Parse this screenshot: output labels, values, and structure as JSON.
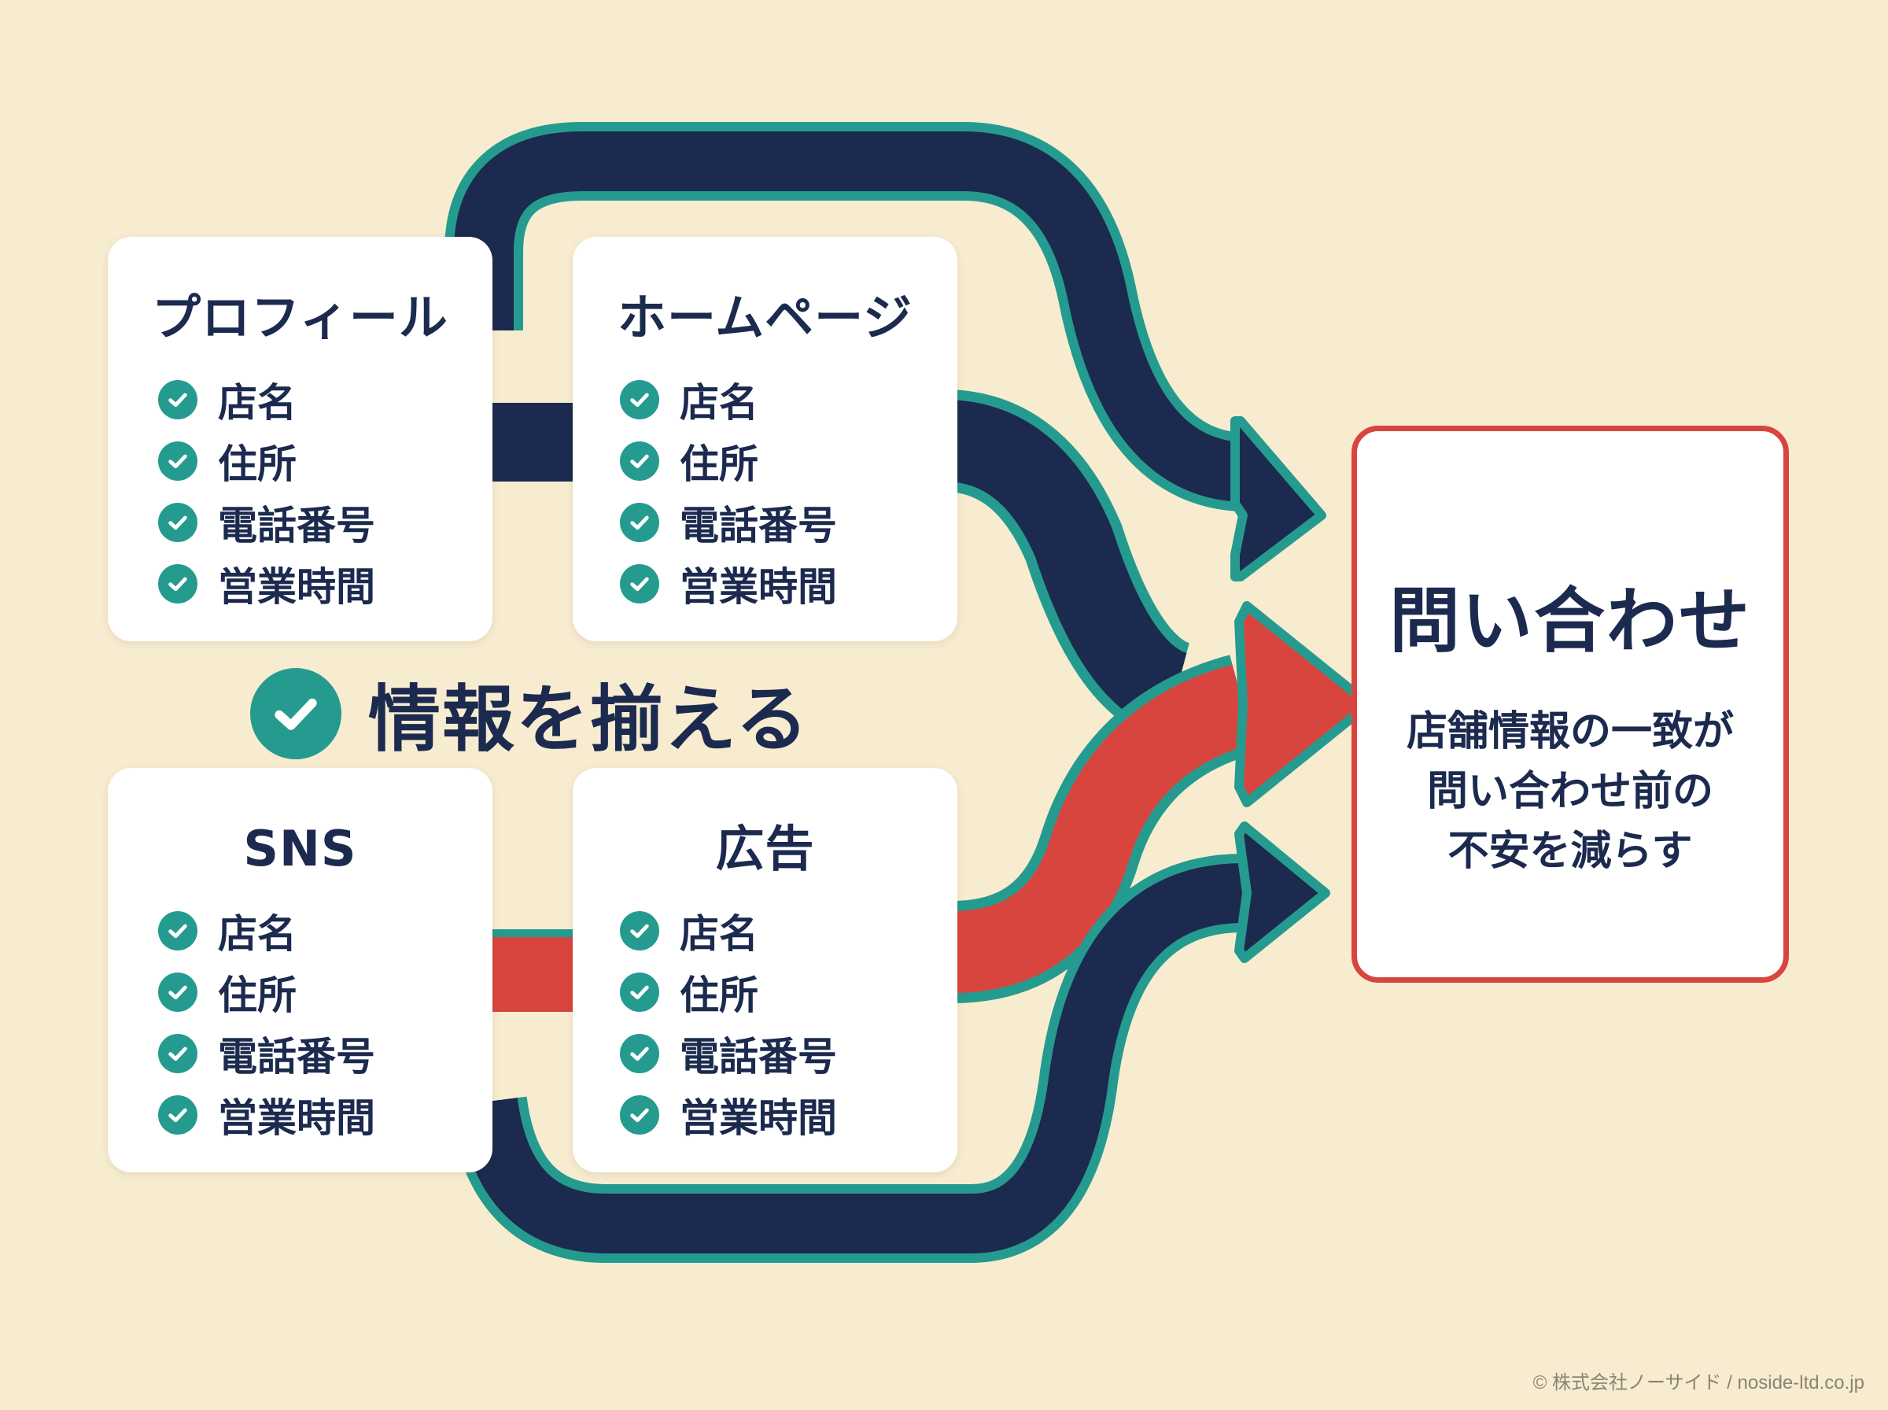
{
  "cards": [
    {
      "title": "プロフィール",
      "items": [
        "店名",
        "住所",
        "電話番号",
        "営業時間"
      ]
    },
    {
      "title": "ホームページ",
      "items": [
        "店名",
        "住所",
        "電話番号",
        "営業時間"
      ]
    },
    {
      "title": "SNS",
      "items": [
        "店名",
        "住所",
        "電話番号",
        "営業時間"
      ]
    },
    {
      "title": "広告",
      "items": [
        "店名",
        "住所",
        "電話番号",
        "営業時間"
      ]
    }
  ],
  "center_label": "情報を揃える",
  "result": {
    "title": "問い合わせ",
    "body_lines": [
      "店舗情報の一致が",
      "問い合わせ前の",
      "不安を減らす"
    ]
  },
  "credit": "© 株式会社ノーサイド / noside-ltd.co.jp",
  "colors": {
    "background": "#f7ecd0",
    "navy": "#1b2a4e",
    "teal": "#259b8f",
    "red": "#d8453f",
    "white": "#ffffff"
  },
  "icons": {
    "item_check": "check-circle-icon",
    "center_check": "check-circle-icon"
  }
}
